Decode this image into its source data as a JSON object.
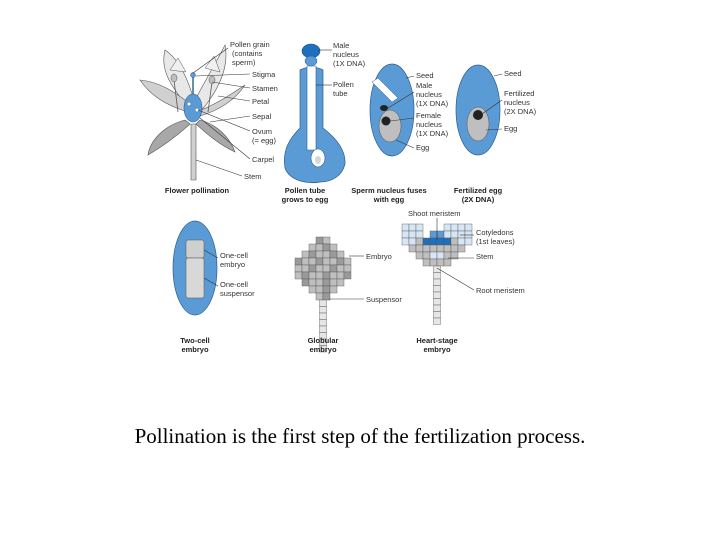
{
  "colors": {
    "blue": "#5b9bd5",
    "dark_blue": "#1f6fbf",
    "gray": "#bfbfbf",
    "dark_gray": "#9a9a9a",
    "light_blue": "#d6e6f5"
  },
  "panels": {
    "flower": {
      "labels": {
        "pollen": "Pollen grain",
        "pollen2": "(contains",
        "pollen3": "sperm)",
        "stigma": "Stigma",
        "stamen": "Stamen",
        "petal": "Petal",
        "sepal": "Sepal",
        "ovum": "Ovum",
        "ovum2": "(= egg)",
        "carpel": "Carpel",
        "stem": "Stem"
      },
      "caption": "Flower pollination"
    },
    "pollen_tube": {
      "labels": {
        "male": "Male",
        "male2": "nucleus",
        "male3": "(1X DNA)",
        "tube": "Pollen",
        "tube2": "tube"
      },
      "caption": "Pollen tube",
      "caption2": "grows to egg"
    },
    "sperm": {
      "labels": {
        "seed": "Seed",
        "male": "Male",
        "male2": "nucleus",
        "male3": "(1X DNA)",
        "female": "Female",
        "female2": "nucleus",
        "female3": "(1X DNA)",
        "egg": "Egg"
      },
      "caption": "Sperm nucleus fuses",
      "caption2": "with egg"
    },
    "fertilized": {
      "labels": {
        "seed": "Seed",
        "fert": "Fertilized",
        "fert2": "nucleus",
        "fert3": "(2X DNA)",
        "egg": "Egg"
      },
      "caption": "Fertilized egg",
      "caption2": "(2X DNA)"
    },
    "two_cell": {
      "labels": {
        "one": "One-cell",
        "one2": "embryo",
        "susp": "One-cell",
        "susp2": "suspensor"
      },
      "caption": "Two-cell",
      "caption2": "embryo"
    },
    "globular": {
      "labels": {
        "embryo": "Embryo",
        "susp": "Suspensor"
      },
      "caption": "Globular",
      "caption2": "embryo"
    },
    "heart": {
      "labels": {
        "shoot": "Shoot meristem",
        "cot": "Cotyledons",
        "cot2": "(1st leaves)",
        "stem": "Stem",
        "root": "Root meristem"
      },
      "caption": "Heart-stage",
      "caption2": "embryo"
    }
  },
  "caption": "Pollination is the first step of the fertilization process."
}
